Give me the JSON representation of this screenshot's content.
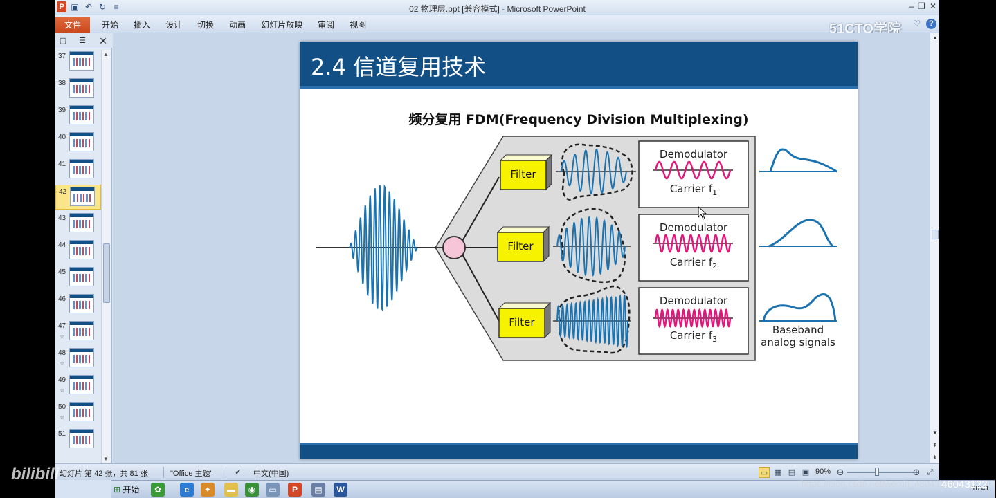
{
  "window": {
    "title": "02 物理层.ppt [兼容模式] - Microsoft PowerPoint",
    "minimize": "–",
    "restore": "❐",
    "close": "✕"
  },
  "qat": {
    "app_icon": "P",
    "save_icon": "save-icon",
    "undo_icon": "undo-icon",
    "redo_icon": "redo-icon"
  },
  "ribbon": {
    "file_tab": "文件",
    "tabs": [
      "开始",
      "插入",
      "设计",
      "切换",
      "动画",
      "幻灯片放映",
      "审阅",
      "视图"
    ],
    "watermark": "51CTO学院",
    "help": "?"
  },
  "slides_panel": {
    "thumbnails": [
      {
        "num": "37",
        "star": ""
      },
      {
        "num": "38",
        "star": ""
      },
      {
        "num": "39",
        "star": ""
      },
      {
        "num": "40",
        "star": ""
      },
      {
        "num": "41",
        "star": ""
      },
      {
        "num": "42",
        "star": "",
        "selected": true
      },
      {
        "num": "43",
        "star": ""
      },
      {
        "num": "44",
        "star": ""
      },
      {
        "num": "45",
        "star": ""
      },
      {
        "num": "46",
        "star": ""
      },
      {
        "num": "47",
        "star": "☆"
      },
      {
        "num": "48",
        "star": "☆"
      },
      {
        "num": "49",
        "star": "☆"
      },
      {
        "num": "50",
        "star": "☆"
      },
      {
        "num": "51",
        "star": ""
      }
    ]
  },
  "slide": {
    "title": "2.4 信道复用技术",
    "diagram_title": "频分复用 FDM(Frequency Division Multiplexing)",
    "filter_label": "Filter",
    "demodulator_label": "Demodulator",
    "carrier_label": "Carrier f",
    "carrier_subs": [
      "1",
      "2",
      "3"
    ],
    "baseband_line1": "Baseband",
    "baseband_line2": "analog signals",
    "colors": {
      "header": "#124f84",
      "filter": "#f7f200",
      "carrier": "#e0187a",
      "wave": "#1a73b0",
      "node": "#f6c5d8"
    }
  },
  "status": {
    "slide_info": "幻灯片 第 42 张，共 81 张",
    "theme": "\"Office 主题\"",
    "language": "中文(中国)",
    "zoom": "90%",
    "zoom_fraction": 0.45
  },
  "taskbar": {
    "start": "开始",
    "clock": "10:41"
  },
  "overlays": {
    "csdn": "https://blog.csdn.net/weixin_46043122",
    "user_id": "46043122",
    "bilibili": "bilibili"
  }
}
